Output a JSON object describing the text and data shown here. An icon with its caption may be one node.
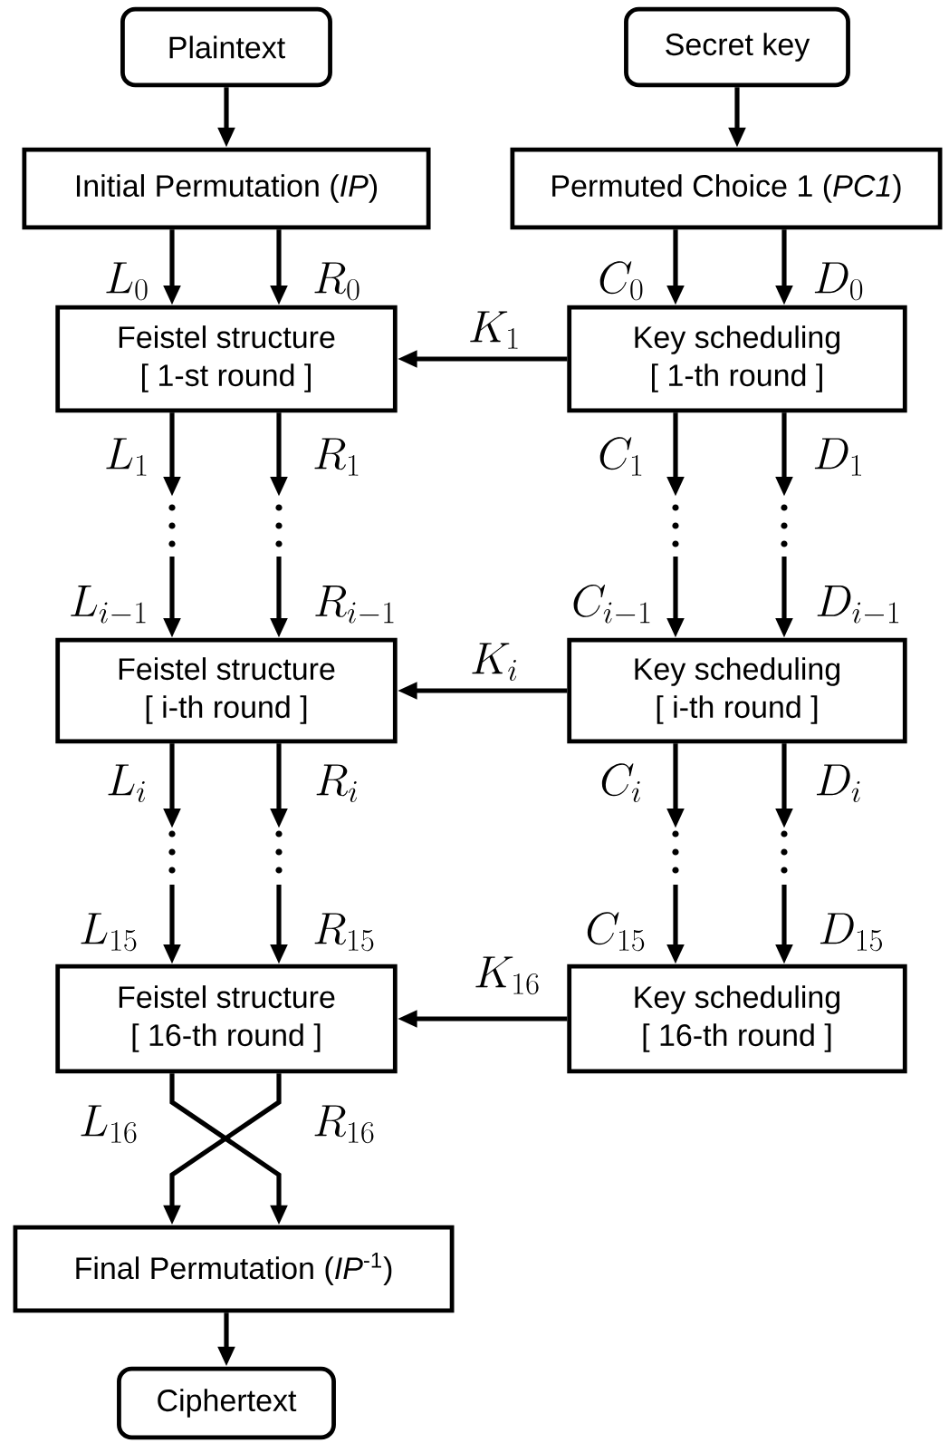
{
  "diagram": {
    "nodes": [
      {
        "text": [
          "Plaintext"
        ]
      },
      {
        "text": [
          "Secret key"
        ]
      },
      {
        "text": [
          "Initial Permutation (*IP*)"
        ]
      },
      {
        "text": [
          "Permuted Choice 1 (*PC1*)"
        ]
      },
      {
        "text": [
          "Feistel structure",
          "[ 1-st round ]"
        ]
      },
      {
        "text": [
          "Key scheduling",
          "[ 1-th round ]"
        ]
      },
      {
        "text": [
          "Feistel structure",
          "[ i-th round ]"
        ]
      },
      {
        "text": [
          "Key scheduling",
          "[ i-th round ]"
        ]
      },
      {
        "text": [
          "Feistel structure",
          "[ 16-th round ]"
        ]
      },
      {
        "text": [
          "Key scheduling",
          "[ 16-th round ]"
        ]
      },
      {
        "text": [
          "Final Permutation (*IP*$^{-1}$)"
        ]
      },
      {
        "text": [
          "Ciphertext"
        ]
      }
    ],
    "edges": [
      {
        "from": 0,
        "to": 2,
        "arrow": "to"
      },
      {
        "from": 1,
        "to": 3,
        "arrow": "to"
      },
      {
        "from": 2,
        "to": 4,
        "arrow": "to",
        "label": "L_0"
      },
      {
        "from": 2,
        "to": 4,
        "arrow": "to",
        "label": "R_0"
      },
      {
        "from": 3,
        "to": 5,
        "arrow": "to",
        "label": "C_0"
      },
      {
        "from": 3,
        "to": 5,
        "arrow": "to",
        "label": "D_0"
      },
      {
        "from": 5,
        "to": 4,
        "arrow": "to",
        "label": "K_1"
      },
      {
        "from": 4,
        "to": null,
        "arrow": "to",
        "label": "L_1"
      },
      {
        "from": 4,
        "to": null,
        "arrow": "to",
        "label": "R_1"
      },
      {
        "from": 5,
        "to": null,
        "arrow": "to",
        "label": "C_1"
      },
      {
        "from": 5,
        "to": null,
        "arrow": "to",
        "label": "D_1"
      },
      {
        "from": null,
        "to": 6,
        "arrow": "to",
        "label": "L_{i-1}"
      },
      {
        "from": null,
        "to": 6,
        "arrow": "to",
        "label": "R_{i-1}"
      },
      {
        "from": null,
        "to": 7,
        "arrow": "to",
        "label": "C_{i-1}"
      },
      {
        "from": null,
        "to": 7,
        "arrow": "to",
        "label": "D_{i-1}"
      },
      {
        "from": 7,
        "to": 6,
        "arrow": "to",
        "label": "K_i"
      },
      {
        "from": 6,
        "to": null,
        "arrow": "to",
        "label": "L_i"
      },
      {
        "from": 6,
        "to": null,
        "arrow": "to",
        "label": "R_i"
      },
      {
        "from": 7,
        "to": null,
        "arrow": "to",
        "label": "C_i"
      },
      {
        "from": 7,
        "to": null,
        "arrow": "to",
        "label": "D_i"
      },
      {
        "from": null,
        "to": 8,
        "arrow": "to",
        "label": "L_{15}"
      },
      {
        "from": null,
        "to": 8,
        "arrow": "to",
        "label": "R_{15}"
      },
      {
        "from": null,
        "to": 9,
        "arrow": "to",
        "label": "C_{15}"
      },
      {
        "from": null,
        "to": 9,
        "arrow": "to",
        "label": "D_{15}"
      },
      {
        "from": 9,
        "to": 8,
        "arrow": "to",
        "label": "K_{16}"
      },
      {
        "from": 8,
        "to": 10,
        "arrow": "to",
        "label": "L_{16}"
      },
      {
        "from": 8,
        "to": 10,
        "arrow": "to",
        "label": "R_{16}"
      },
      {
        "from": 10,
        "to": 11,
        "arrow": "to"
      }
    ]
  }
}
